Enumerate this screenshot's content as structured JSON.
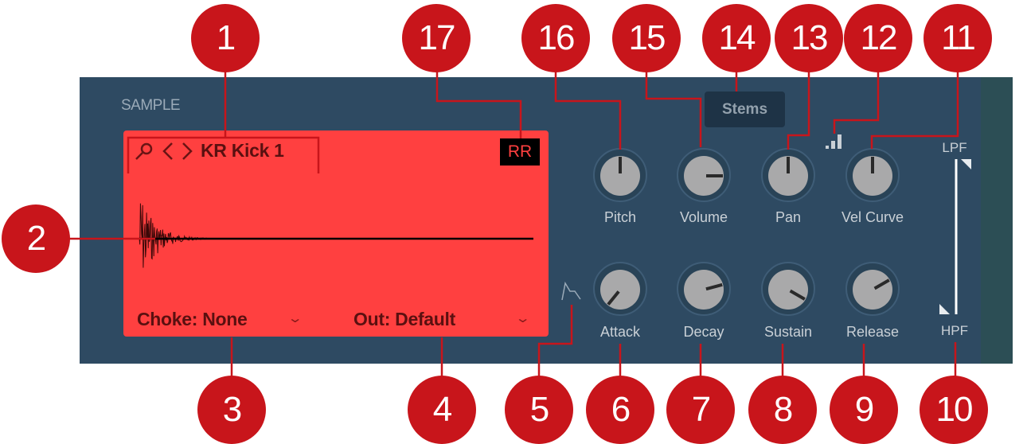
{
  "panel": {
    "title": "SAMPLE"
  },
  "display": {
    "sample_name": "KR Kick 1",
    "rr_label": "RR",
    "choke": "Choke: None",
    "output": "Out: Default",
    "icons": [
      "search-icon",
      "prev-icon",
      "next-icon",
      "chevron-down-icon"
    ]
  },
  "stems_label": "Stems",
  "knobs_top": [
    {
      "label": "Pitch",
      "value": 0.5
    },
    {
      "label": "Volume",
      "value": 0.8
    },
    {
      "label": "Pan",
      "value": 0.5
    },
    {
      "label": "Vel Curve",
      "value": 0.5
    }
  ],
  "knobs_bottom": [
    {
      "label": "Attack",
      "value": 0.03
    },
    {
      "label": "Decay",
      "value": 0.75
    },
    {
      "label": "Sustain",
      "value": 0.9
    },
    {
      "label": "Release",
      "value": 0.7
    }
  ],
  "filter": {
    "lpf": "LPF",
    "hpf": "HPF"
  },
  "callouts": {
    "c1": "1",
    "c2": "2",
    "c3": "3",
    "c4": "4",
    "c5": "5",
    "c6": "6",
    "c7": "7",
    "c8": "8",
    "c9": "9",
    "c10": "10",
    "c11": "11",
    "c12": "12",
    "c13": "13",
    "c14": "14",
    "c15": "15",
    "c16": "16",
    "c17": "17"
  },
  "colors": {
    "panel": "#2e4a62",
    "display": "#ff4040",
    "callout": "#c8151b"
  }
}
